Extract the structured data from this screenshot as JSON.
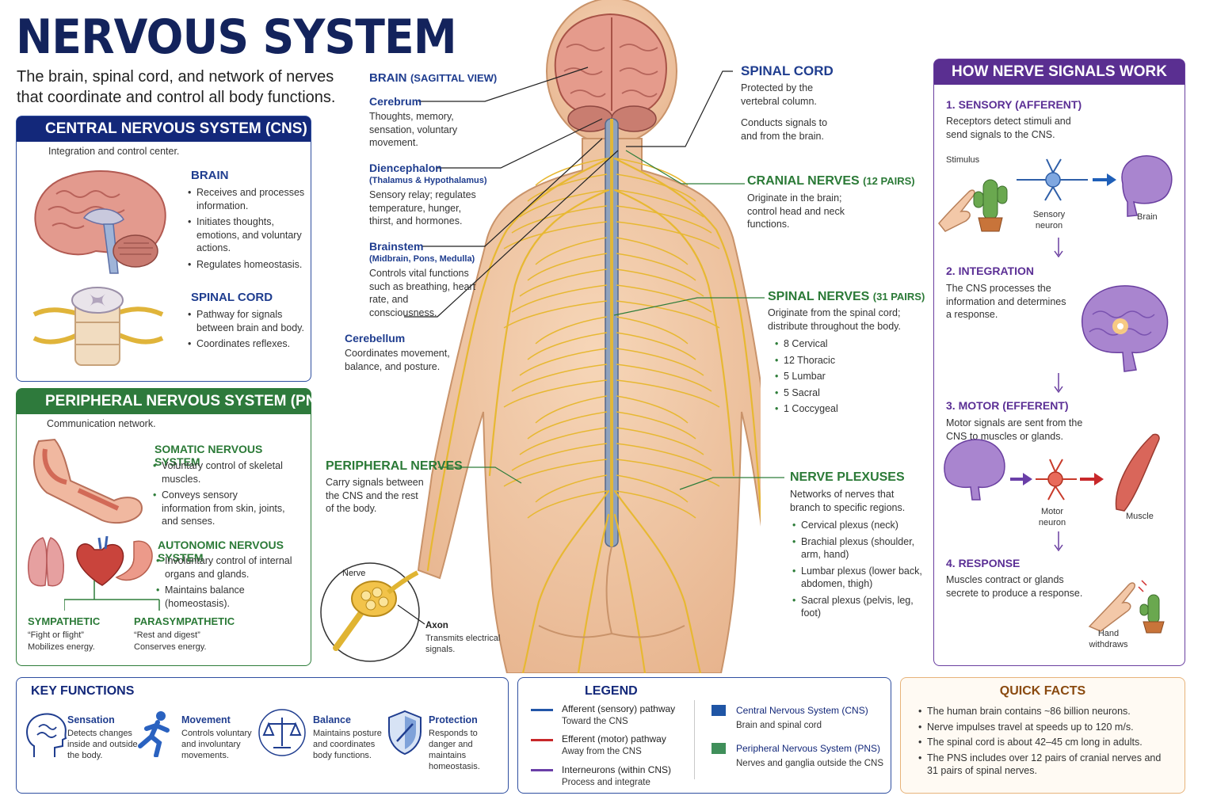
{
  "header": {
    "title": "NERVOUS SYSTEM",
    "subtitle": "The brain, spinal cord, and network of nerves that coordinate and control all body functions."
  },
  "cns": {
    "title": "CENTRAL NERVOUS SYSTEM (CNS)",
    "intro": "Integration and control center.",
    "brain": {
      "heading": "BRAIN",
      "bullets": [
        "Receives and processes information.",
        "Initiates thoughts, emotions, and voluntary actions.",
        "Regulates homeostasis."
      ]
    },
    "spinal": {
      "heading": "SPINAL CORD",
      "bullets": [
        "Pathway for signals between brain and body.",
        "Coordinates reflexes."
      ]
    }
  },
  "pns": {
    "title": "PERIPHERAL NERVOUS SYSTEM (PNS)",
    "intro": "Communication network.",
    "somatic": {
      "heading": "SOMATIC NERVOUS SYSTEM",
      "bullets": [
        "Voluntary control of skeletal muscles.",
        "Conveys sensory information from skin, joints, and senses."
      ]
    },
    "autonomic": {
      "heading": "AUTONOMIC NERVOUS SYSTEM",
      "bullets": [
        "Involuntary control of internal organs and glands.",
        "Maintains balance (homeostasis)."
      ]
    },
    "sympathetic": {
      "heading": "SYMPATHETIC",
      "line1": "“Fight or flight”",
      "line2": "Mobilizes energy."
    },
    "parasympathetic": {
      "heading": "PARASYMPATHETIC",
      "line1": "“Rest and digest”",
      "line2": "Conserves energy."
    }
  },
  "center": {
    "brain_title": "BRAIN",
    "brain_title_sub": "(SAGITTAL VIEW)",
    "cerebrum": {
      "name": "Cerebrum",
      "desc": "Thoughts, memory, sensation, voluntary movement."
    },
    "diencephalon": {
      "name": "Diencephalon",
      "sub": "(Thalamus & Hypothalamus)",
      "desc": "Sensory relay; regulates temperature, hunger, thirst, and hormones."
    },
    "brainstem": {
      "name": "Brainstem",
      "sub": "(Midbrain, Pons, Medulla)",
      "desc": "Controls vital functions such as breathing, heart rate, and consciousness."
    },
    "cerebellum": {
      "name": "Cerebellum",
      "desc": "Coordinates movement, balance, and posture."
    },
    "peripheral": {
      "name": "PERIPHERAL NERVES",
      "desc": "Carry signals between the CNS and the rest of the body."
    },
    "nerve_label": "Nerve",
    "axon": {
      "name": "Axon",
      "desc": "Transmits electrical signals."
    },
    "spinal_cord": {
      "name": "SPINAL CORD",
      "desc1": "Protected by the vertebral column.",
      "desc2": "Conducts signals to and from the brain."
    },
    "cranial": {
      "name": "CRANIAL NERVES",
      "pairs": "(12 PAIRS)",
      "desc": "Originate in the brain; control head and neck functions."
    },
    "spinal_nerves": {
      "name": "SPINAL NERVES",
      "pairs": "(31 PAIRS)",
      "desc": "Originate from the spinal cord; distribute throughout the body.",
      "items": [
        "8 Cervical",
        "12 Thoracic",
        "5 Lumbar",
        "5 Sacral",
        "1 Coccygeal"
      ]
    },
    "plexuses": {
      "name": "NERVE PLEXUSES",
      "desc": "Networks of nerves that branch to specific regions.",
      "items": [
        "Cervical plexus (neck)",
        "Brachial plexus (shoulder, arm, hand)",
        "Lumbar plexus (lower back, abdomen, thigh)",
        "Sacral plexus (pelvis, leg, foot)"
      ]
    }
  },
  "signals": {
    "title": "HOW NERVE SIGNALS WORK",
    "steps": [
      {
        "heading": "1. SENSORY (AFFERENT)",
        "desc": "Receptors detect stimuli and send signals to the CNS."
      },
      {
        "heading": "2. INTEGRATION",
        "desc": "The CNS processes the information and determines a response."
      },
      {
        "heading": "3. MOTOR (EFFERENT)",
        "desc": "Motor signals are sent from the CNS to muscles or glands."
      },
      {
        "heading": "4. RESPONSE",
        "desc": "Muscles contract or glands secrete to produce a response."
      }
    ],
    "stimulus": "Stimulus",
    "sensory_neuron": "Sensory neuron",
    "brain": "Brain",
    "motor_neuron": "Motor neuron",
    "muscle": "Muscle",
    "hand": "Hand withdraws"
  },
  "key_functions": {
    "title": "KEY FUNCTIONS",
    "items": [
      {
        "name": "Sensation",
        "desc": "Detects changes inside and outside the body."
      },
      {
        "name": "Movement",
        "desc": "Controls voluntary and involuntary movements."
      },
      {
        "name": "Balance",
        "desc": "Maintains posture and coordinates body functions."
      },
      {
        "name": "Protection",
        "desc": "Responds to danger and maintains homeostasis."
      }
    ]
  },
  "legend": {
    "title": "LEGEND",
    "items": [
      {
        "label": "Afferent (sensory) pathway",
        "sub": "Toward the CNS",
        "color": "#2356a8"
      },
      {
        "label": "Efferent (motor) pathway",
        "sub": "Away from the CNS",
        "color": "#c8282a"
      },
      {
        "label": "Interneurons (within CNS)",
        "sub": "Process and integrate",
        "color": "#6a3fa8"
      },
      {
        "label": "Central Nervous System (CNS)",
        "sub": "Brain and spinal cord",
        "color": "#1f55a5"
      },
      {
        "label": "Peripheral Nervous System (PNS)",
        "sub": "Nerves and ganglia outside the CNS",
        "color": "#3f8f5a"
      }
    ]
  },
  "quick_facts": {
    "title": "QUICK FACTS",
    "items": [
      "The human brain contains ~86 billion neurons.",
      "Nerve impulses travel at speeds up to 120 m/s.",
      "The spinal cord is about 42–45 cm long in adults.",
      "The PNS includes over 12 pairs of cranial nerves and 31 pairs of spinal nerves."
    ]
  }
}
